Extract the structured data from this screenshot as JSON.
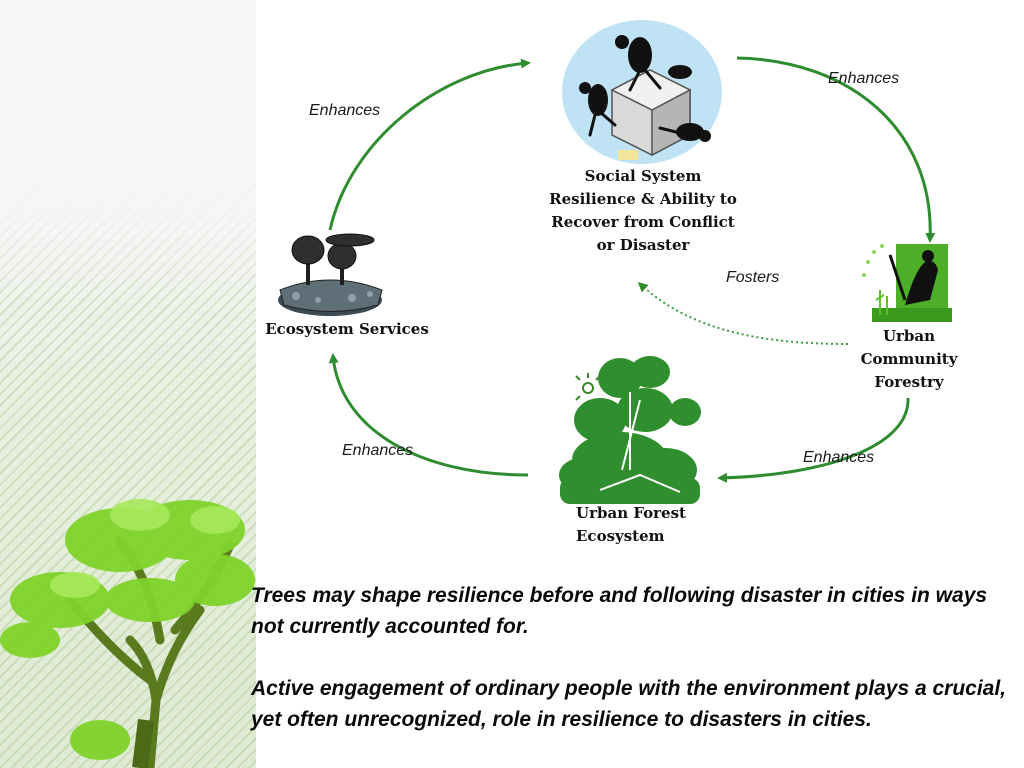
{
  "nodes": {
    "social": "Social System Resilience & Ability to Recover from Conflict or Disaster",
    "social_lines": [
      "Social System",
      "Resilience & Ability to",
      "Recover from Conflict",
      "or Disaster"
    ],
    "ecosystem": "Ecosystem Services",
    "community_lines": [
      "Urban",
      "Community",
      "Forestry"
    ],
    "forest_lines": [
      "Urban Forest",
      "Ecosystem"
    ]
  },
  "edges": {
    "eco_to_social": "Enhances",
    "social_to_community": "Enhances",
    "community_to_social": "Fosters",
    "forest_to_eco": "Enhances",
    "community_to_forest": "Enhances"
  },
  "captions": {
    "p1": "Trees may shape resilience before and following disaster in cities in ways not currently accounted for.",
    "p2": "Active engagement of ordinary people with the environment plays a crucial, yet often unrecognized, role in resilience to disasters in cities."
  },
  "colors": {
    "arrow": "#2e8b2e",
    "dotted": "#3c9a3c",
    "tree": "#7fd32a",
    "forest": "#2f8f2f"
  }
}
